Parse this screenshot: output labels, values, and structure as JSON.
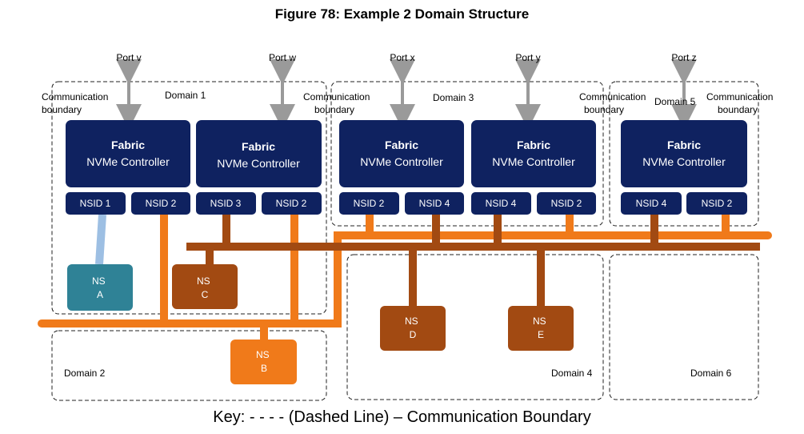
{
  "title": "Figure 78: Example 2 Domain Structure",
  "ports": [
    "Port v",
    "Port w",
    "Port x",
    "Port y",
    "Port z"
  ],
  "domains": {
    "d1": "Domain 1",
    "d2": "Domain 2",
    "d3": "Domain 3",
    "d4": "Domain 4",
    "d5": "Domain 5",
    "d6": "Domain 6"
  },
  "boundary_label": [
    "Communication",
    "boundary"
  ],
  "controller": {
    "line1": "Fabric",
    "line2": "NVMe Controller"
  },
  "nsids": {
    "c1": [
      "NSID 1",
      "NSID 2"
    ],
    "c2": [
      "NSID 3",
      "NSID 2"
    ],
    "c3": [
      "NSID 2",
      "NSID 4"
    ],
    "c4": [
      "NSID 4",
      "NSID 2"
    ],
    "c5": [
      "NSID 4",
      "NSID 2"
    ]
  },
  "namespaces": {
    "A": [
      "NS",
      "A"
    ],
    "B": [
      "NS",
      "B"
    ],
    "C": [
      "NS",
      "C"
    ],
    "D": [
      "NS",
      "D"
    ],
    "E": [
      "NS",
      "E"
    ]
  },
  "key": "Key: - - - - (Dashed Line) – Communication Boundary",
  "colors": {
    "navy": "#0f2260",
    "orange": "#f07a1a",
    "brown": "#a24a12",
    "teal": "#2f8296",
    "light_blue": "#9dbfe3",
    "arrow_grey": "#9a9a9a"
  }
}
